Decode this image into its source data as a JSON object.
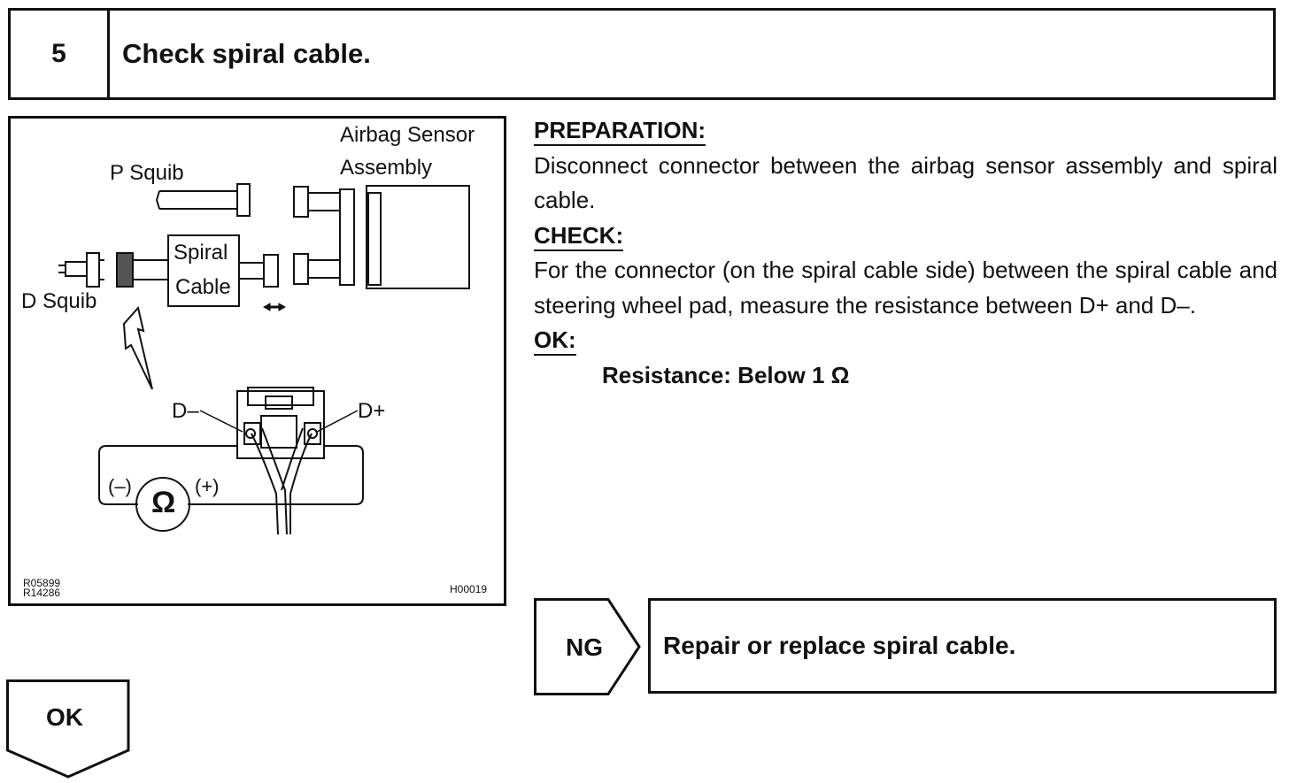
{
  "step": {
    "number": "5",
    "title": "Check spiral cable."
  },
  "figure": {
    "labels": {
      "airbag_sensor_line1": "Airbag Sensor",
      "airbag_sensor_line2": "Assembly",
      "p_squib": "P Squib",
      "d_squib": "D Squib",
      "spiral_line1": "Spiral",
      "spiral_line2": "Cable",
      "d_minus": "D–",
      "d_plus": "D+",
      "minus": "(–)",
      "plus": "(+)",
      "ohm": "Ω"
    },
    "codes": {
      "line1": "R05899",
      "line2": "R14286",
      "right": "H00019"
    }
  },
  "instructions": {
    "preparation_heading": "PREPARATION:",
    "preparation_text": "Disconnect connector between the airbag sensor assembly and spiral cable.",
    "check_heading": "CHECK:",
    "check_text": "For the connector (on the spiral cable side) between the spiral cable and steering wheel pad, measure the resistance between D+ and D–.",
    "ok_heading": "OK:",
    "ok_spec": "Resistance: Below 1 Ω"
  },
  "results": {
    "ng_label": "NG",
    "ng_action": "Repair or replace spiral cable.",
    "ok_label": "OK"
  }
}
